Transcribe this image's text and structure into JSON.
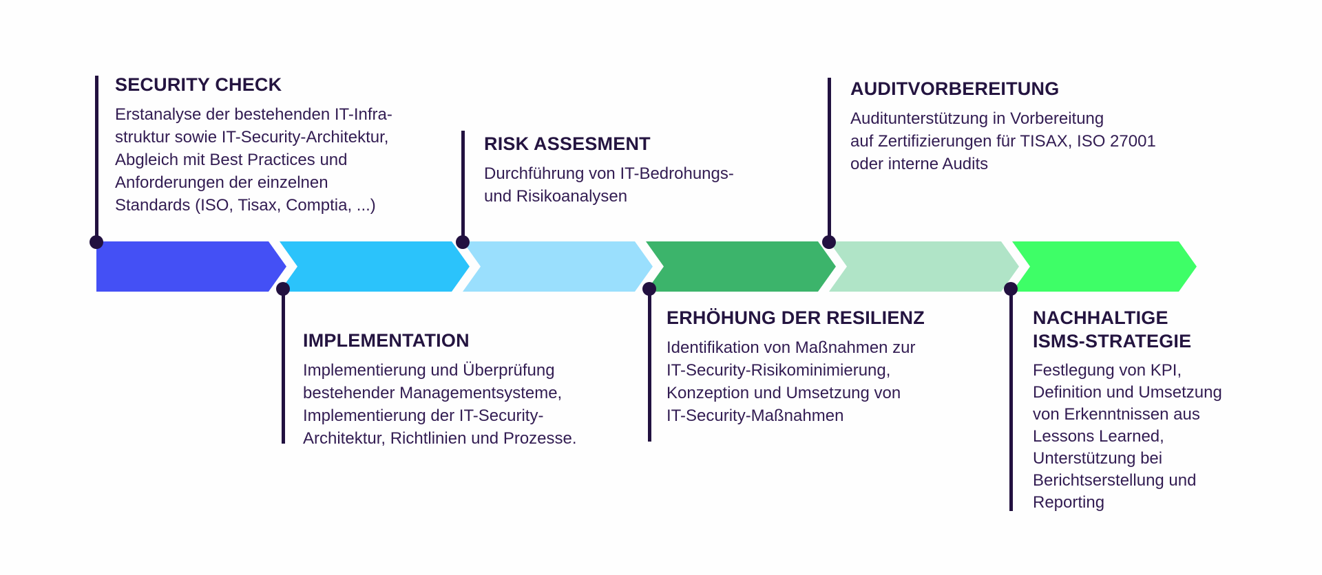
{
  "page": {
    "background": "#fefefe",
    "line_color": "#221140",
    "title_color": "#241440",
    "body_color": "#321c52"
  },
  "timeline": {
    "steps": [
      {
        "title_lines": [
          "SECURITY CHECK"
        ],
        "body_lines": [
          "Erstanalyse der bestehenden IT-Infra-",
          "struktur sowie IT-Security-Architektur,",
          "Abgleich mit Best Practices und",
          "Anforderungen der einzelnen",
          "Standards (ISO, Tisax, Comptia, ...)"
        ],
        "color": "#4450f5",
        "label_position": "top"
      },
      {
        "title_lines": [
          "IMPLEMENTATION"
        ],
        "body_lines": [
          "Implementierung und Überprüfung",
          "bestehender Managementsysteme,",
          "Implementierung der IT-Security-",
          "Architektur, Richtlinien und Prozesse."
        ],
        "color": "#2bc3fb",
        "label_position": "bottom"
      },
      {
        "title_lines": [
          "RISK ASSESMENT"
        ],
        "body_lines": [
          "Durchführung von IT-Bedrohungs-",
          "und Risikoanalysen"
        ],
        "color": "#9adffd",
        "label_position": "top"
      },
      {
        "title_lines": [
          "ERHÖHUNG DER RESILIENZ"
        ],
        "body_lines": [
          "Identifikation von Maßnahmen zur",
          "IT-Security-Risikominimierung,",
          "Konzeption und Umsetzung von",
          "IT-Security-Maßnahmen"
        ],
        "color": "#3cb46b",
        "label_position": "bottom"
      },
      {
        "title_lines": [
          "AUDITVORBEREITUNG"
        ],
        "body_lines": [
          "Auditunterstützung in Vorbereitung",
          "auf Zertifizierungen für TISAX, ISO 27001",
          "oder interne Audits"
        ],
        "color": "#b0e4c7",
        "label_position": "top"
      },
      {
        "title_lines": [
          "NACHHALTIGE",
          "ISMS-STRATEGIE"
        ],
        "body_lines": [
          "Festlegung von KPI,",
          "Definition und Umsetzung",
          "von Erkenntnissen aus",
          "Lessons Learned,",
          "Unterstützung bei",
          "Berichtserstellung und",
          "Reporting"
        ],
        "color": "#3efe67",
        "label_position": "bottom"
      }
    ]
  }
}
